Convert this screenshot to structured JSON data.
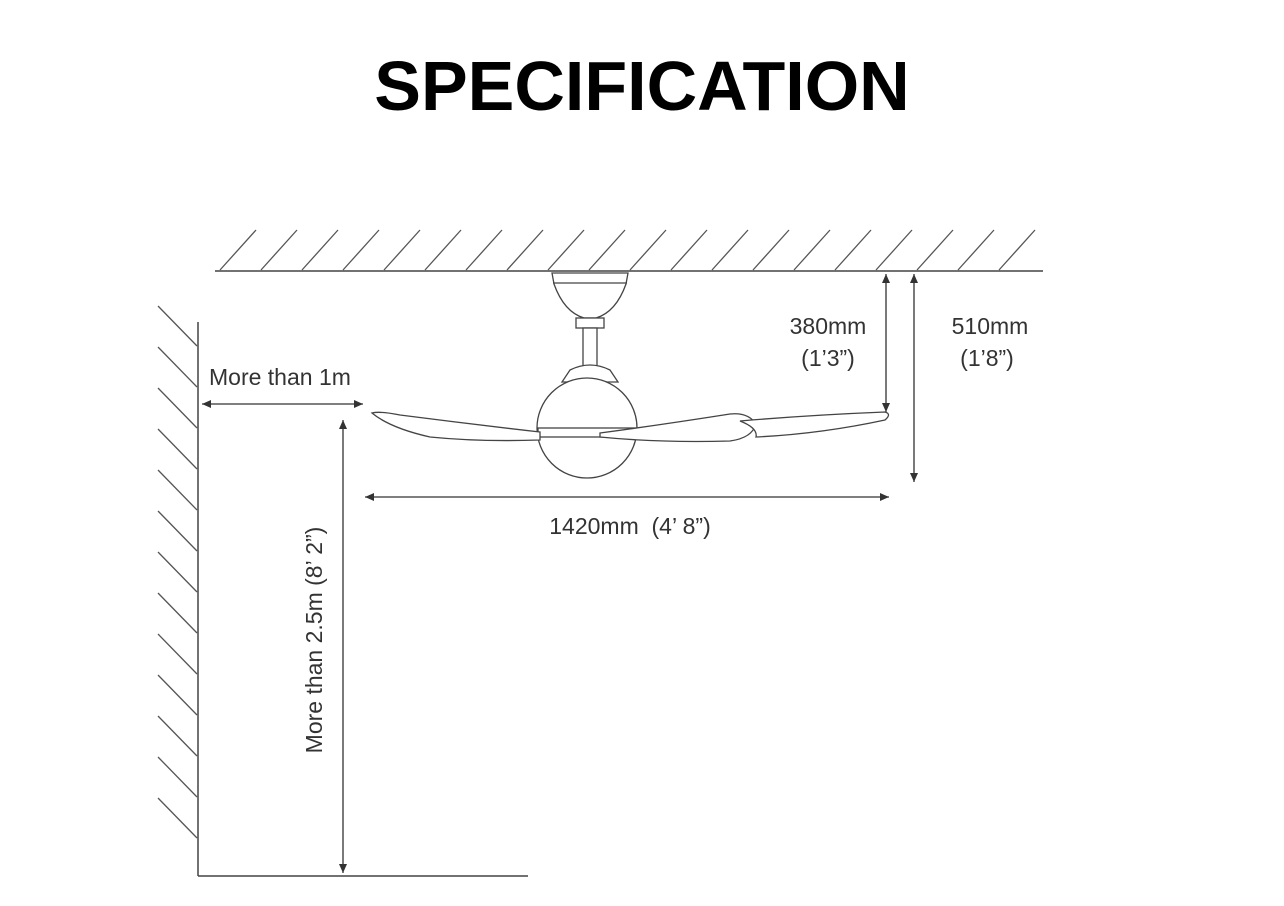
{
  "title": "SPECIFICATION",
  "dimensions": {
    "downrod_height": {
      "metric": "380mm",
      "imperial": "(1’3”)"
    },
    "total_height": {
      "metric": "510mm",
      "imperial": "(1’8”)"
    },
    "wall_clearance": "More than 1m",
    "sweep": "1420mm  (4’ 8”)",
    "floor_clearance": "More than 2.5m (8’ 2”)"
  },
  "colors": {
    "line": "#333333",
    "hatch": "#555555",
    "fan_stroke": "#444444"
  }
}
